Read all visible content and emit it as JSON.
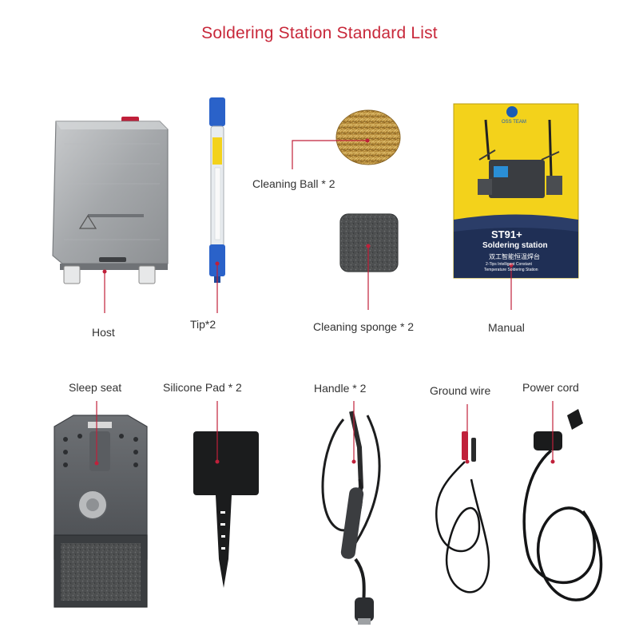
{
  "title": "Soldering Station Standard List",
  "items": {
    "host": "Host",
    "tip": "Tip*2",
    "cleaning_ball": "Cleaning Ball * 2",
    "cleaning_sponge": "Cleaning sponge * 2",
    "manual": "Manual",
    "sleep_seat": "Sleep seat",
    "silicone_pad": "Silicone Pad * 2",
    "handle": "Handle * 2",
    "ground_wire": "Ground wire",
    "power_cord": "Power cord"
  },
  "manual_cover": {
    "brand": "OSS TEAM",
    "model": "ST91+",
    "subtitle": "Soldering station",
    "chinese_line": "双工智能恒温焊台",
    "line1": "2-Tips Intelligent Constant",
    "line2": "Temperature Soldering Station"
  },
  "colors": {
    "accent": "#c0203a",
    "manual_yellow": "#f3d21b"
  }
}
